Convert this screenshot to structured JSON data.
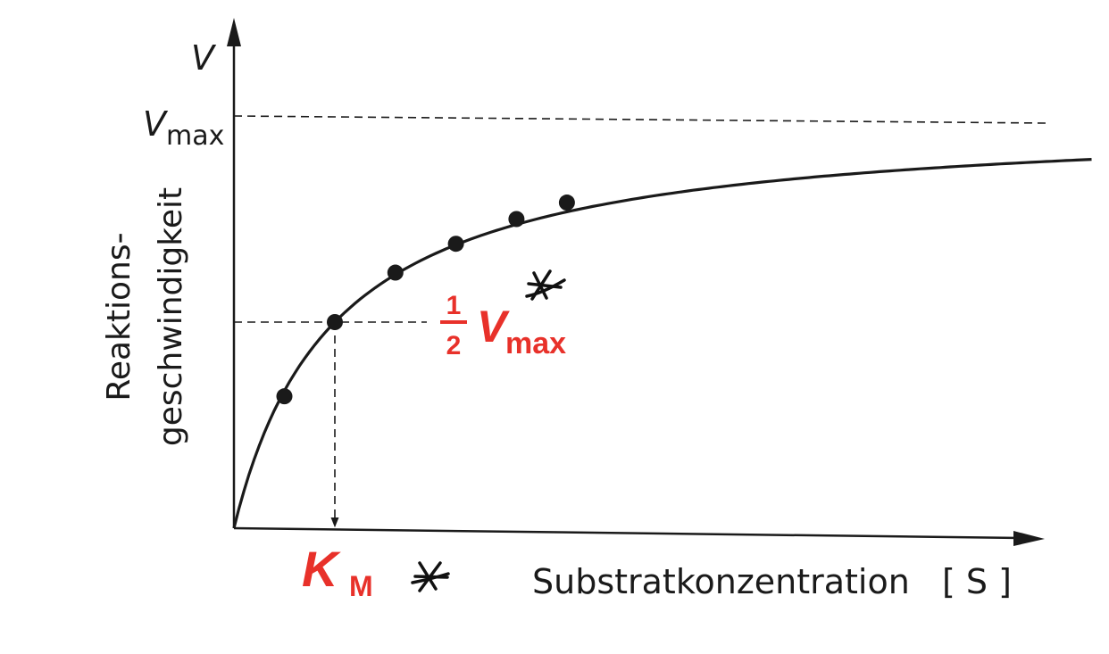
{
  "chart_data": {
    "type": "line",
    "description_curve": "Michaelis-Menten saturation curve",
    "x_axis": {
      "label": "Substratkonzentration",
      "bracket_symbol": "[ S ]"
    },
    "y_axis": {
      "symbol": "V",
      "label_line1": "Reaktions-",
      "label_line2": "geschwindigkeit"
    },
    "vmax": {
      "label_main": "V",
      "label_sub": "max",
      "value": 1.0
    },
    "half_vmax": {
      "numerator": "1",
      "denominator": "2",
      "label_main": "V",
      "label_sub": "max",
      "value": 0.5
    },
    "km": {
      "label_main": "K",
      "label_sub": "M",
      "value": 1.0
    },
    "xlim": [
      0,
      8.5
    ],
    "ylim": [
      0,
      1.0
    ],
    "series": [
      {
        "curve": "v = Vmax * S / (Km + S)",
        "points_x": [
          0.5,
          1.0,
          1.6,
          2.2,
          2.8,
          3.3
        ],
        "points_y": [
          0.32,
          0.5,
          0.62,
          0.69,
          0.75,
          0.79
        ]
      }
    ],
    "annotations": [
      {
        "mark": "*",
        "near": "half_vmax"
      },
      {
        "mark": "*",
        "near": "km"
      }
    ],
    "colors": {
      "ink": "#1a1a1a",
      "highlight": "#e8312a"
    }
  }
}
